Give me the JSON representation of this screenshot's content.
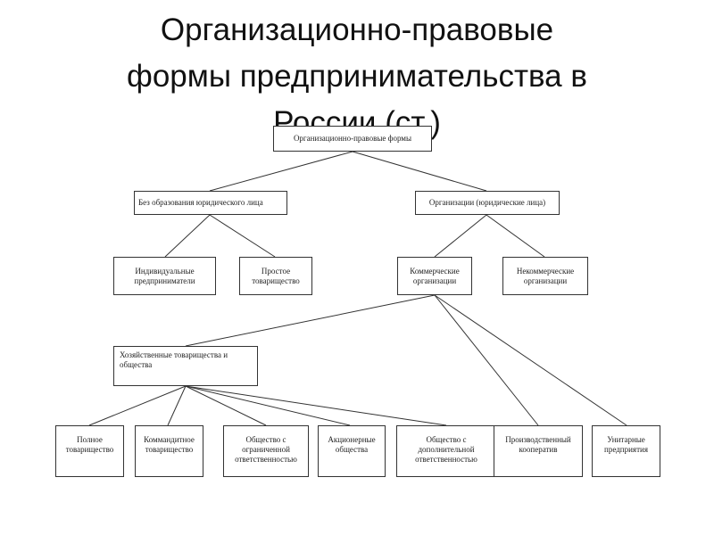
{
  "title": {
    "line1": "Организационно-правовые",
    "line2": "формы предпринимательства в",
    "line3": "России (ст.)"
  },
  "diagram": {
    "root": "Организационно-правовые формы",
    "no_legal_entity": "Без образования юридического лица",
    "legal_entities": "Организации (юридические лица)",
    "individual_entrepreneurs": "Индивидуальные предприниматели",
    "simple_partnership": "Простое товарищество",
    "commercial_orgs": "Коммерческие организации",
    "noncommercial_orgs": "Некоммерческие организации",
    "business_partnerships": "Хозяйственные товарищества и общества",
    "full_partnership": "Полное товарищество",
    "limited_partnership": "Коммандитное товарищество",
    "llc": "Общество с ограниченной ответственностью",
    "jsc": "Акционерные общества",
    "alc": "Общество с дополнительной ответственностью",
    "production_coop": "Производственный кооператив",
    "unitary_enterprises": "Унитарные предприятия"
  }
}
